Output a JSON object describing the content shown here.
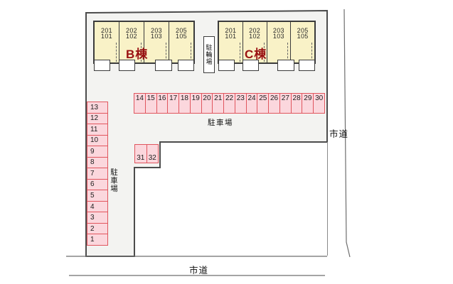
{
  "colors": {
    "site_fill": "#f3f3f1",
    "site_outline": "#4c4c4c",
    "road_line": "#6e6e6e",
    "building_fill": "#f9f2c7",
    "building_outline": "#3b3b3b",
    "building_name_color": "#9a1212",
    "parking_fill": "#fbd7dd",
    "parking_border": "#e0565e"
  },
  "site": {
    "buildings": [
      {
        "name": "B棟",
        "units": [
          {
            "upper": "201",
            "lower": "101"
          },
          {
            "upper": "202",
            "lower": "102"
          },
          {
            "upper": "203",
            "lower": "103"
          },
          {
            "upper": "205",
            "lower": "105"
          }
        ]
      },
      {
        "name": "C棟",
        "units": [
          {
            "upper": "201",
            "lower": "101"
          },
          {
            "upper": "202",
            "lower": "102"
          },
          {
            "upper": "203",
            "lower": "103"
          },
          {
            "upper": "205",
            "lower": "105"
          }
        ]
      }
    ],
    "bicycle_parking_label": "駐輪場",
    "parking_lot_label_row": "駐車場",
    "parking_lot_label_column": "駐車場",
    "parking_row_numbers": [
      "14",
      "15",
      "16",
      "17",
      "18",
      "19",
      "20",
      "21",
      "22",
      "23",
      "24",
      "25",
      "26",
      "27",
      "28",
      "29",
      "30"
    ],
    "parking_column_numbers": [
      "13",
      "12",
      "11",
      "10",
      "9",
      "8",
      "7",
      "6",
      "5",
      "4",
      "3",
      "2",
      "1"
    ],
    "parking_pair_numbers": [
      "31",
      "32"
    ],
    "road_label_right": "市道",
    "road_label_bottom": "市道"
  }
}
